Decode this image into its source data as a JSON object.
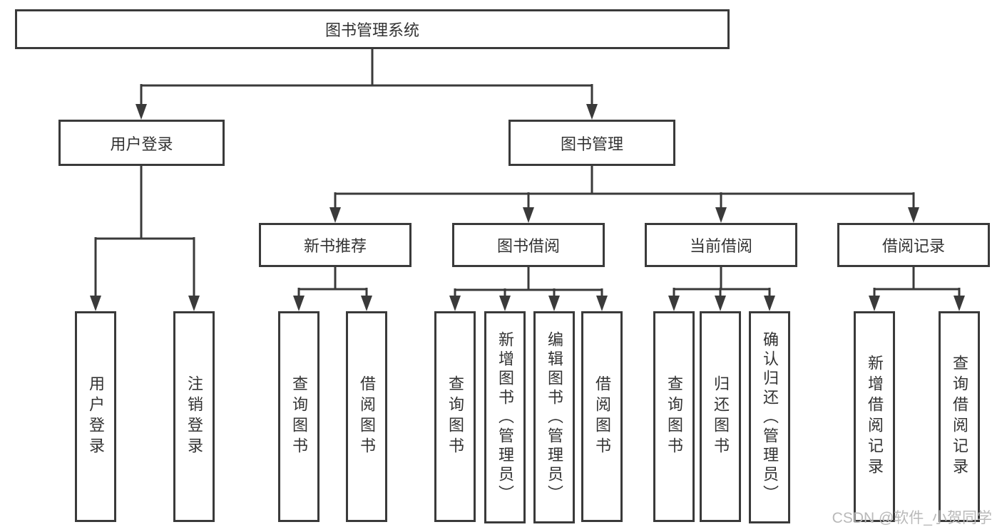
{
  "diagram": {
    "title": "图书管理系统",
    "branches": [
      {
        "label": "用户登录",
        "children": [
          {
            "label": "用户登录"
          },
          {
            "label": "注销登录"
          }
        ]
      },
      {
        "label": "图书管理",
        "children": [
          {
            "label": "新书推荐",
            "children": [
              {
                "label": "查询图书"
              },
              {
                "label": "借阅图书"
              }
            ]
          },
          {
            "label": "图书借阅",
            "children": [
              {
                "label": "查询图书"
              },
              {
                "label": "新增图书（管理员）"
              },
              {
                "label": "编辑图书（管理员）"
              },
              {
                "label": "借阅图书"
              }
            ]
          },
          {
            "label": "当前借阅",
            "children": [
              {
                "label": "查询图书"
              },
              {
                "label": "归还图书"
              },
              {
                "label": "确认归还（管理员）"
              }
            ]
          },
          {
            "label": "借阅记录",
            "children": [
              {
                "label": "新增借阅记录"
              },
              {
                "label": "查询借阅记录"
              }
            ]
          }
        ]
      }
    ]
  },
  "watermark": {
    "text": "CSDN @软件_小贺同学"
  },
  "colors": {
    "line": "#3a3a3a",
    "text": "#333333",
    "background": "#ffffff",
    "watermark": "#b9b9b9"
  }
}
